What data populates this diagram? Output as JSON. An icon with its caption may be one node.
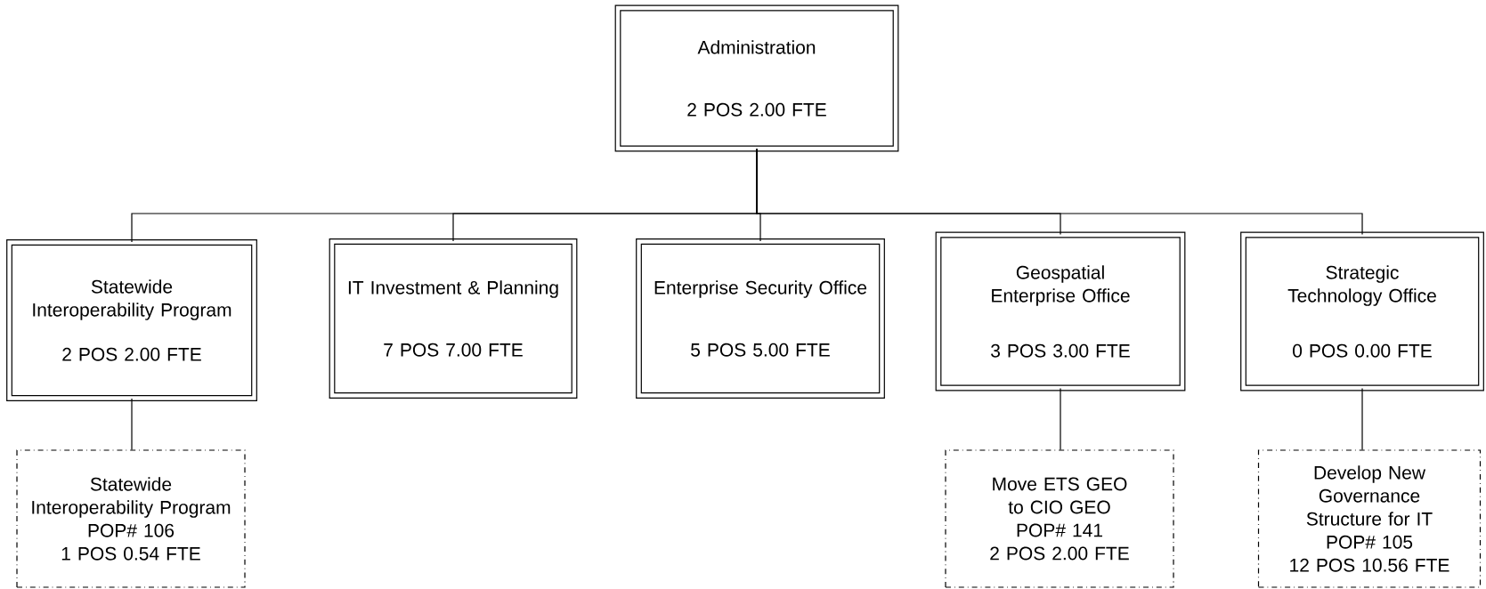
{
  "diagram": {
    "nodes": [
      {
        "text": [
          "Administration",
          "2 POS 2.00 FTE"
        ]
      },
      {
        "text": [
          "Statewide Interoperability Program",
          "2 POS 2.00 FTE"
        ]
      },
      {
        "text": [
          "IT Investment & Planning",
          "7 POS 7.00 FTE"
        ]
      },
      {
        "text": [
          "Enterprise Security Office",
          "5 POS 5.00 FTE"
        ]
      },
      {
        "text": [
          "Geospatial Enterprise Office",
          "3 POS 3.00 FTE"
        ]
      },
      {
        "text": [
          "Strategic Technology Office",
          "0 POS 0.00 FTE"
        ]
      },
      {
        "text": [
          "Statewide Interoperability Program",
          "POP# 106",
          "1 POS 0.54 FTE"
        ]
      },
      {
        "text": [
          "Move ETS GEO to CIO GEO",
          "POP# 141",
          "2 POS 2.00 FTE"
        ]
      },
      {
        "text": [
          "Develop New Governance Structure for IT",
          "POP# 105",
          "12 POS 10.56 FTE"
        ]
      }
    ],
    "edges": [
      {
        "from": 0,
        "to": 1,
        "arrow": "none"
      },
      {
        "from": 0,
        "to": 2,
        "arrow": "none"
      },
      {
        "from": 0,
        "to": 3,
        "arrow": "none"
      },
      {
        "from": 0,
        "to": 4,
        "arrow": "none"
      },
      {
        "from": 0,
        "to": 5,
        "arrow": "none"
      },
      {
        "from": 1,
        "to": 6,
        "arrow": "none"
      },
      {
        "from": 4,
        "to": 7,
        "arrow": "none"
      },
      {
        "from": 5,
        "to": 8,
        "arrow": "none"
      }
    ]
  }
}
